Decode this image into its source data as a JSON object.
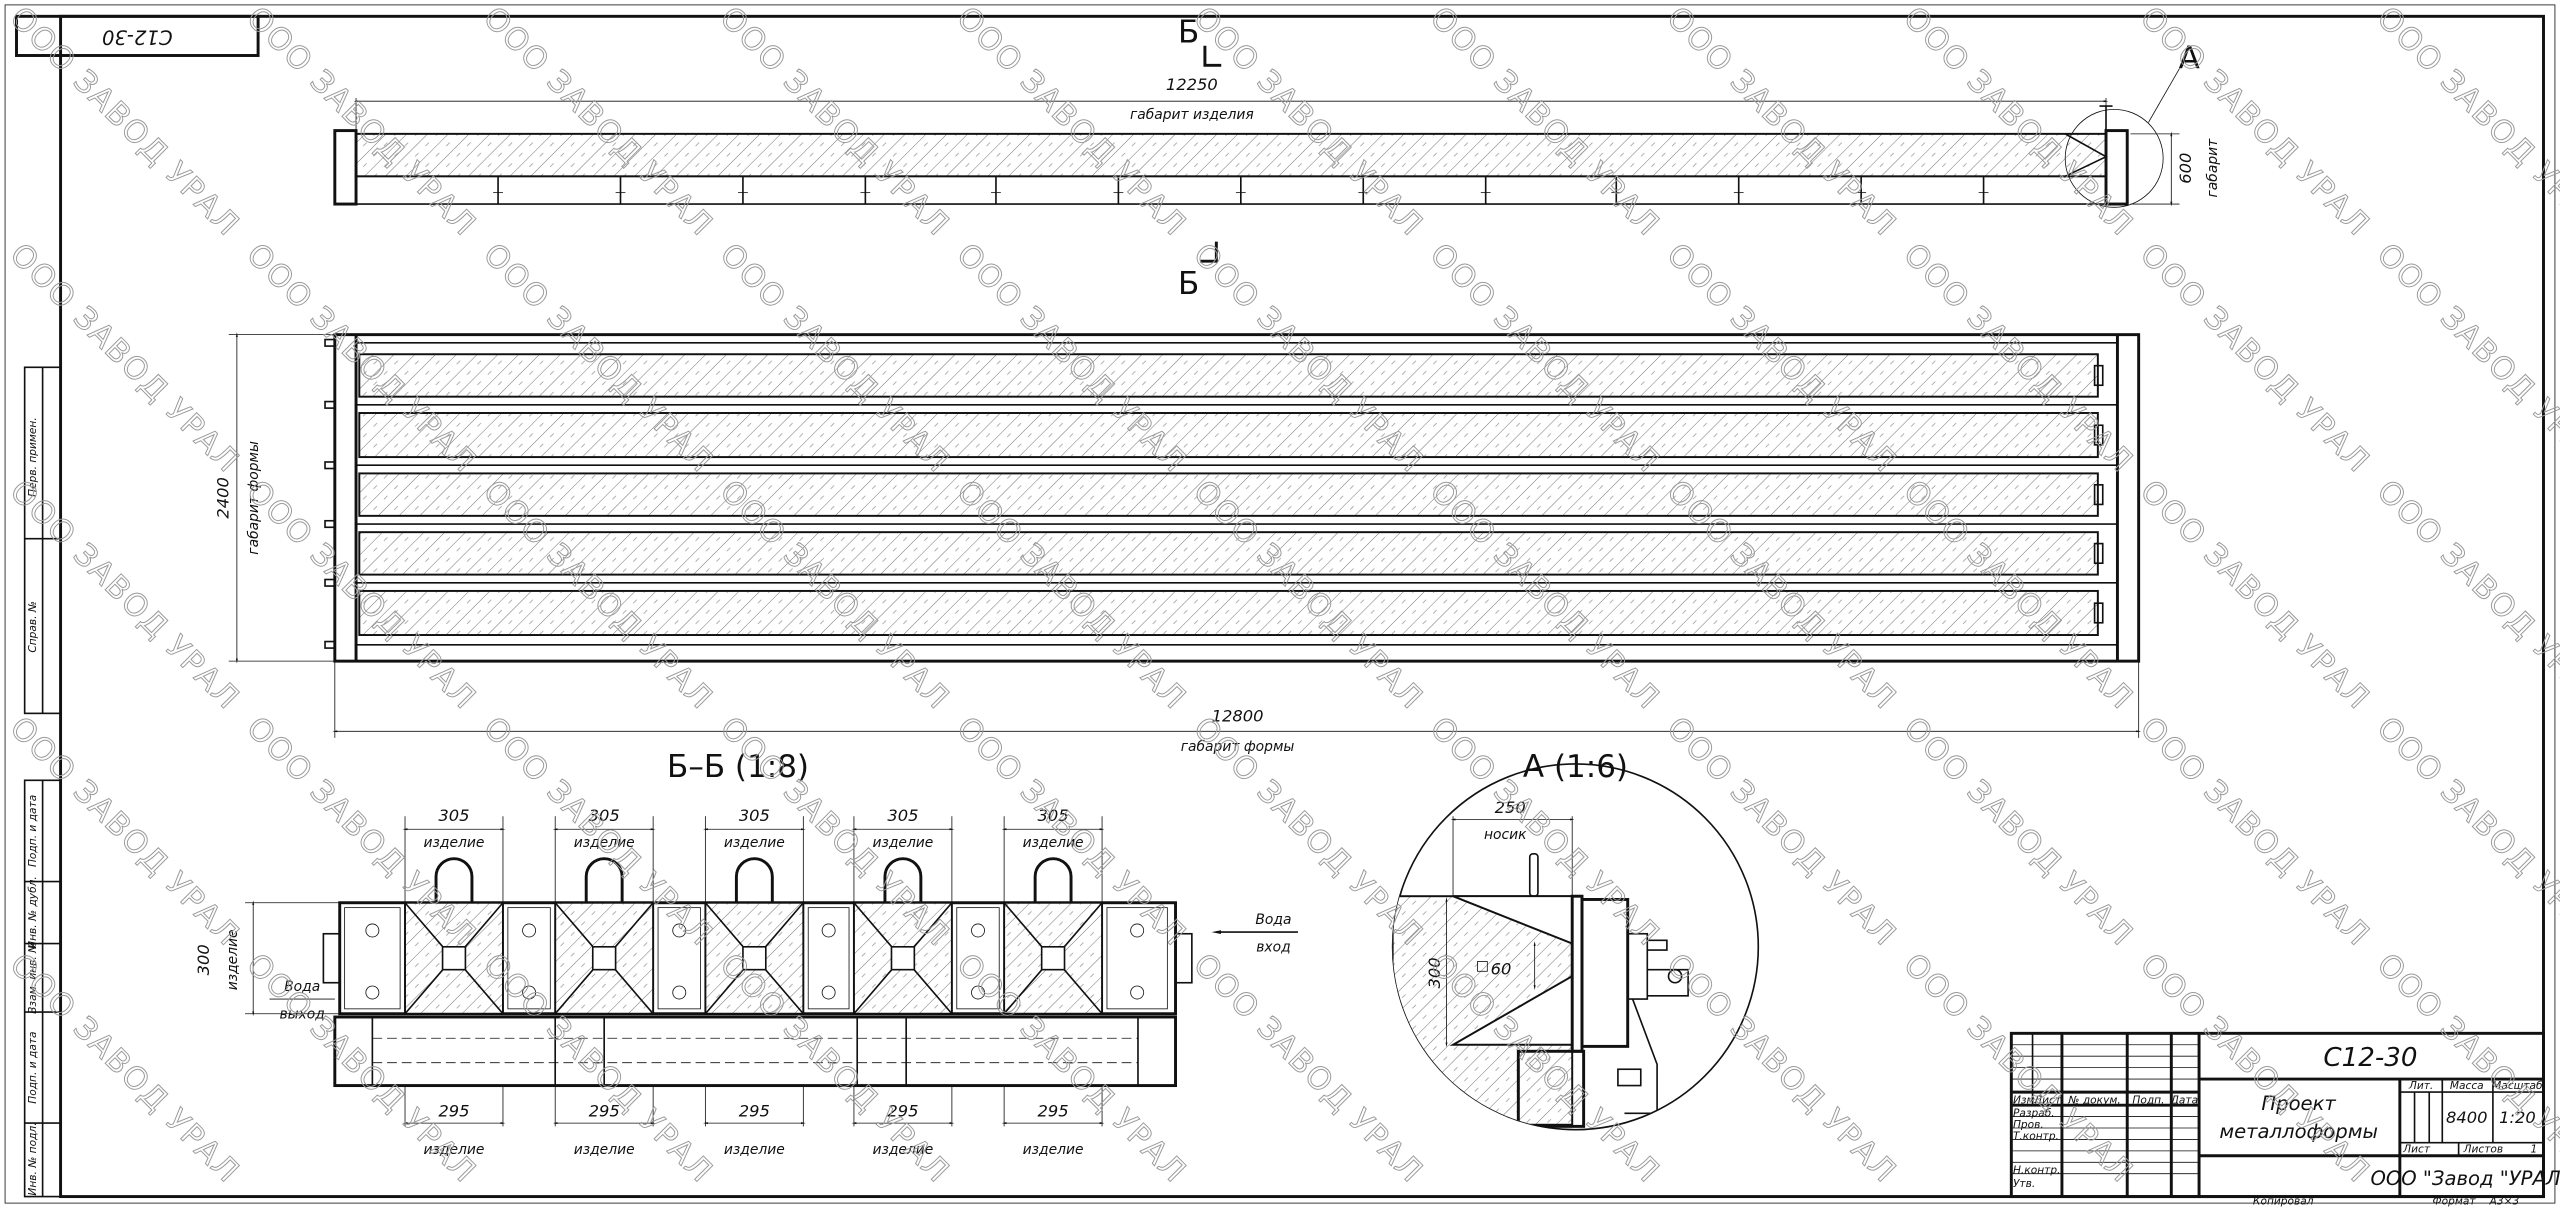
{
  "stamp": "С12-30",
  "watermark": "ООО ЗАВОД УРАЛ",
  "left_table": {
    "upper": [
      "Перв. примен.",
      "Справ. №"
    ],
    "lower": [
      "Подп. и дата",
      "Инв. № дубл.",
      "Взам. инв. №",
      "Подп. и дата",
      "Инв. № подл."
    ]
  },
  "top_view": {
    "length": "12250",
    "length_label": "габарит изделия",
    "height": "600",
    "height_label": "габарит",
    "section_mark": "Б",
    "detail_mark": "А"
  },
  "plan_view": {
    "width": "2400",
    "width_label": "габарит формы",
    "length": "12800",
    "length_label": "габарит формы"
  },
  "section": {
    "title": "Б–Б (1:8)",
    "top_dims": [
      "305",
      "305",
      "305",
      "305",
      "305"
    ],
    "bottom_dims": [
      "295",
      "295",
      "295",
      "295",
      "295"
    ],
    "dim_label": "изделие",
    "height": "300",
    "height_label": "изделие",
    "water_in": [
      "Вода",
      "вход"
    ],
    "water_out": [
      "Вода",
      "выход"
    ]
  },
  "detail": {
    "title": "А (1:6)",
    "width": "250",
    "width_label": "носик",
    "height": "300",
    "hole": "60"
  },
  "title_block": {
    "designation": "С12-30",
    "name_line1": "Проект",
    "name_line2": "металлоформы",
    "columns": [
      "Изм.",
      "Лист",
      "№ докум.",
      "Подп.",
      "Дата"
    ],
    "roles": [
      "Разраб.",
      "Пров.",
      "Т.контр.",
      "",
      "Н.контр.",
      "Утв."
    ],
    "lit_label": "Лит.",
    "mass_label": "Масса",
    "scale_label": "Масштаб",
    "mass": "8400",
    "scale": "1:20",
    "sheet_label": "Лист",
    "sheets_label": "Листов",
    "sheets": "1",
    "company": "ООО \"Завод \"УРАЛ\"",
    "copied": "Копировал",
    "format_label": "Формат",
    "format": "А3×3"
  }
}
